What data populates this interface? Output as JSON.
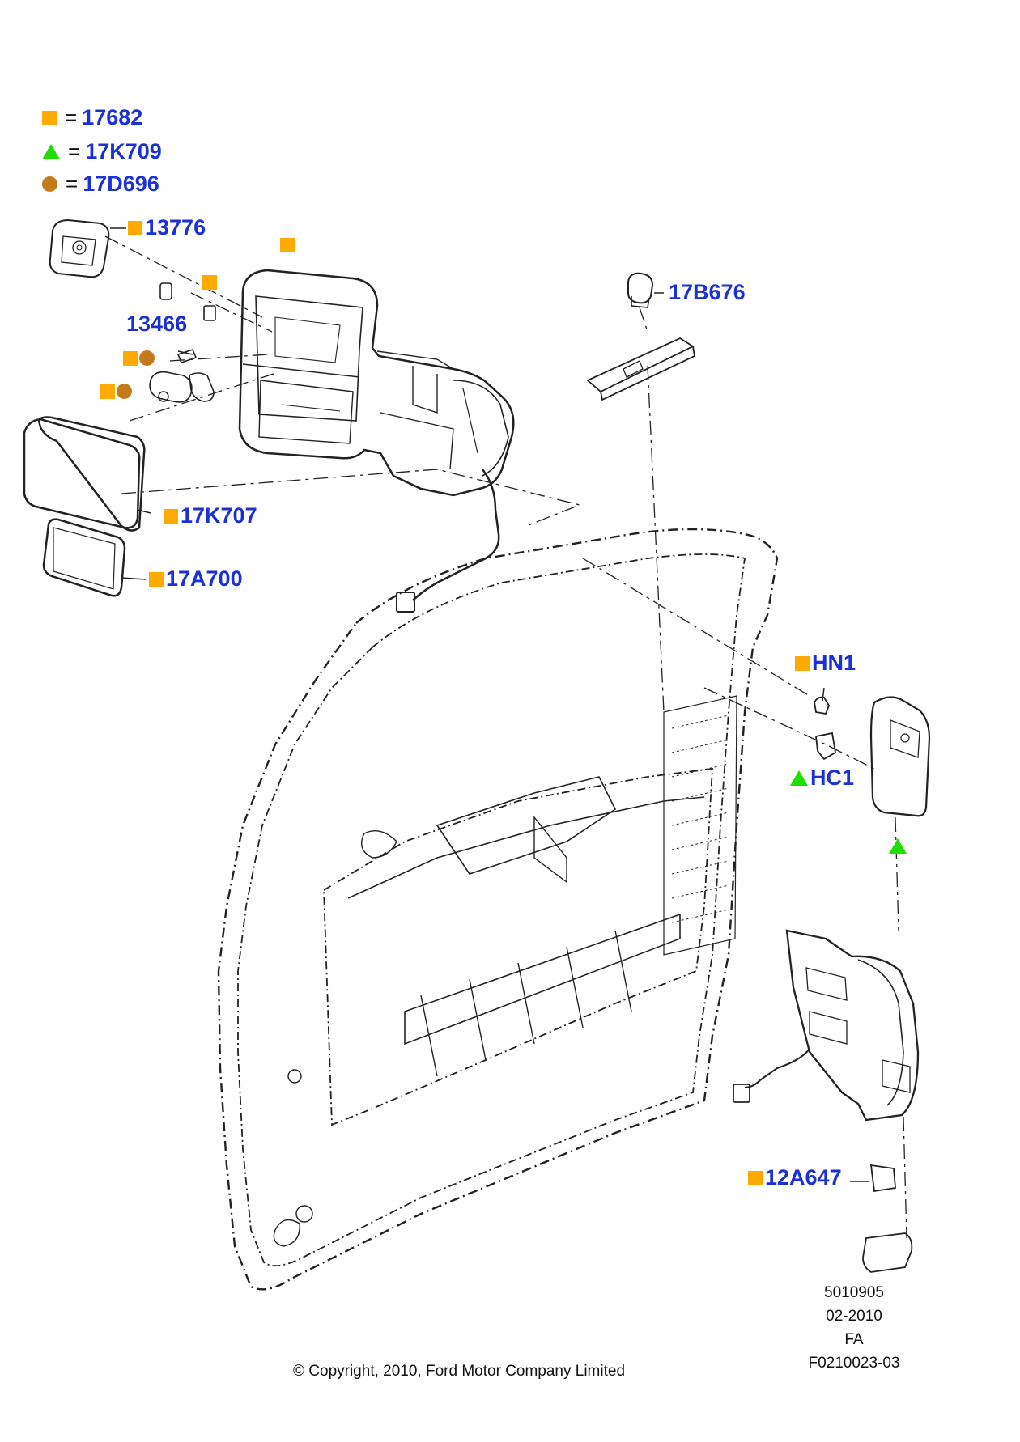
{
  "colors": {
    "square": "#ffaa00",
    "triangle": "#22dd00",
    "circle": "#c47a1a",
    "label": "#1b31d6",
    "line": "#222222"
  },
  "legend": [
    {
      "symbol": "square",
      "equals": "=",
      "code": "17682"
    },
    {
      "symbol": "triangle",
      "equals": "=",
      "code": "17K709"
    },
    {
      "symbol": "circle",
      "equals": "=",
      "code": "17D696"
    }
  ],
  "callouts": {
    "c13776": "13776",
    "c13466": "13466",
    "c17K707": "17K707",
    "c17A700": "17A700",
    "c17B676": "17B676",
    "cHN1": "HN1",
    "cHC1": "HC1",
    "c12A647": "12A647"
  },
  "footer": {
    "line1": "5010905",
    "line2": "02-2010",
    "line3": "FA",
    "line4": "F0210023-03"
  },
  "copyright": "© Copyright, 2010, Ford Motor Company Limited"
}
